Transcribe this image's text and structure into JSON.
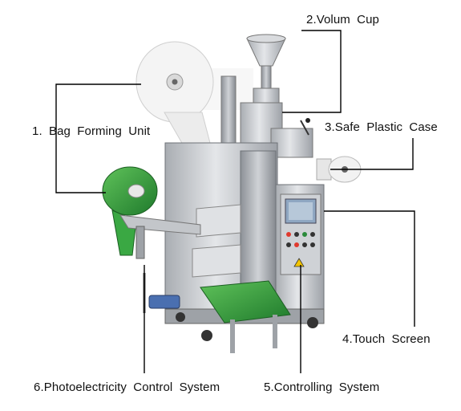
{
  "labels": {
    "bag_forming_unit": "1. Bag  Forming  Unit",
    "volum_cup": "2.Volum Cup",
    "safe_plastic_case": "3.Safe  Plastic  Case",
    "touch_screen": "4.Touch  Screen",
    "controlling_system": "5.Controlling  System",
    "photoelectricity_control_system": "6.Photoelectricity  Control  System"
  },
  "colors": {
    "machine_steel": "#c9ccd0",
    "belt_green": "#2f9a3a",
    "screen_blue": "#8fa7c2",
    "leader_line": "#000000"
  }
}
